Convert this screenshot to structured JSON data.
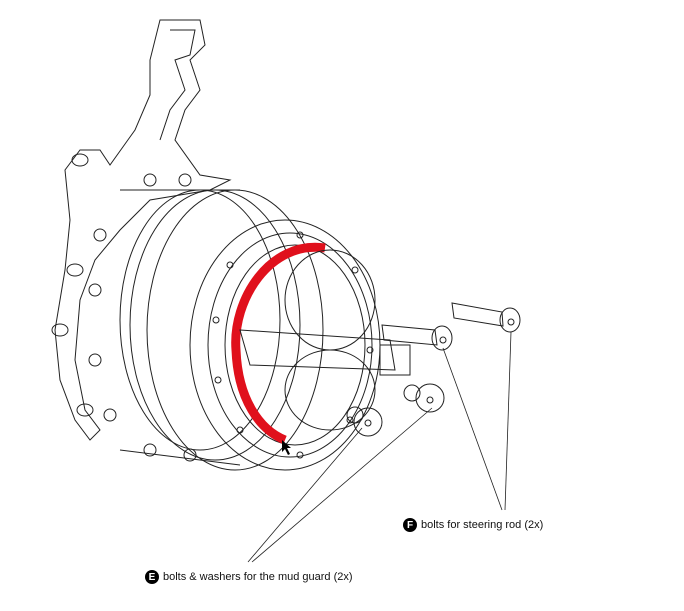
{
  "callouts": [
    {
      "badge": "F",
      "text": "bolts for steering rod  (2x)"
    },
    {
      "badge": "E",
      "text": "bolts & washers for the mud guard (2x)"
    }
  ],
  "colors": {
    "highlight": "#e0101c",
    "line": "#222222"
  }
}
